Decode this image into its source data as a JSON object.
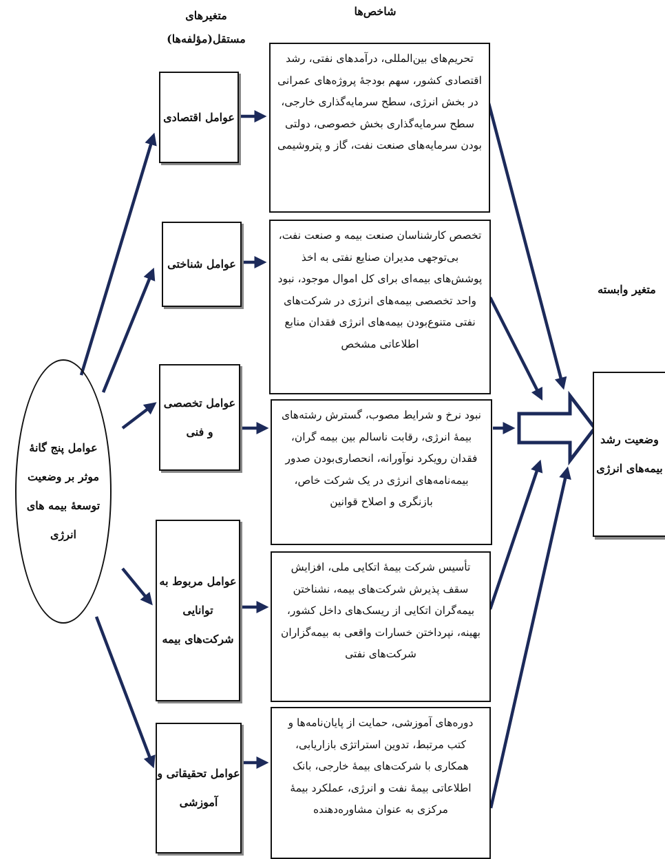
{
  "headers": {
    "indicators": "شاخص‌ها",
    "independent": "متغیرهای مستقل(مؤلفه‌ها)",
    "dependent": "متغیر وابسته"
  },
  "center": "عوامل پنج گانهٔ موثر بر وضعیت توسعهٔ بیمه های انرژی",
  "factors": [
    {
      "label": "عوامل اقتصادی"
    },
    {
      "label": "عوامل شناختی"
    },
    {
      "label": "عوامل تخصصی و فنی"
    },
    {
      "label": "عوامل مربوط به توانایی شرکت‌های بیمه"
    },
    {
      "label": "عوامل تحقیقاتی و آموزشی"
    }
  ],
  "indicators": [
    {
      "text": "تحریم‌های بین‌المللی، درآمدهای نفتی، رشد اقتصادی کشور، سهم بودجهٔ پروژه‌های عمرانی در بخش انرژی، سطح سرمایه‌گذاری خارجی، سطح سرمایه‌گذاری بخش خصوصی، دولتی بودن سرمایه‌های صنعت نفت، گاز و پتروشیمی"
    },
    {
      "text": "تخصص کارشناسان صنعت بیمه و صنعت نفت، بی‌توجهی مدیران صنایع نفتی به اخذ پوشش‌های بیمه‌ای برای کل اموال موجود، نبود واحد تخصصی بیمه‌های انرژی در شرکت‌های نفتی متنوع‌بودن بیمه‌های انرژی فقدان منابع اطلاعاتی مشخص"
    },
    {
      "text": "نبود نرخ و شرایط مصوب، گسترش رشته‌های بیمهٔ انرژی، رقابت ناسالم بین بیمه گران، فقدان رویکرد نوآورانه، انحصاری‌بودن صدور بیمه‌نامه‌های انرژی در یک شرکت خاص، بازنگری و اصلاح قوانین"
    },
    {
      "text": "تأسیس شرکت بیمهٔ اتکایی ملی، افزایش سقف پذیرش شرکت‌های بیمه، نشناختن بیمه‌گران اتکایی از ریسک‌های داخل کشور، بهینه، نپرداختن خسارات واقعی به بیمه‌گزاران شرکت‌های نفتی"
    },
    {
      "text": "دوره‌های آموزشی، حمایت از پایان‌نامه‌ها و کتب مرتبط، تدوین استراتژی بازاریابی، همکاری با شرکت‌های بیمهٔ خارجی، بانک اطلاعاتی بیمهٔ نفت و انرژی، عملکرد بیمهٔ مرکزی به عنوان مشاوره‌دهنده"
    }
  ],
  "dependent_variable": "وضعیت رشد بیمه‌های انرژی",
  "colors": {
    "arrow": "#1c2a5a",
    "border": "#111111",
    "shadow": "#888888"
  }
}
